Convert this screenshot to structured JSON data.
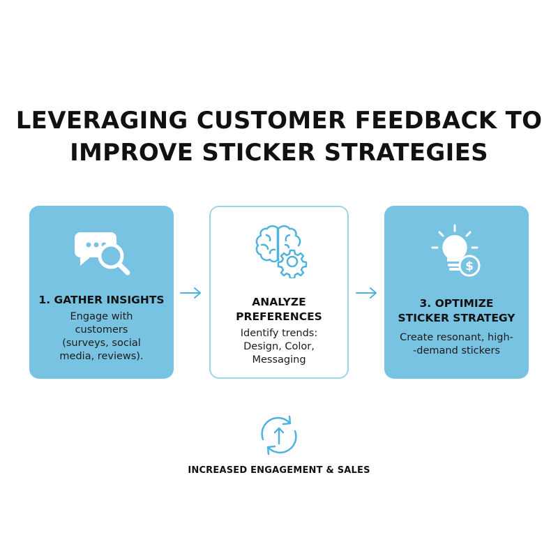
{
  "title": {
    "line1": "LEVERAGING CUSTOMER FEEDBACK TO",
    "line2": "IMPROVE STICKER STRATEGIES"
  },
  "steps": [
    {
      "icon": "chat-magnifier-icon",
      "heading": "1. GATHER INSIGHTS",
      "text": "Engage with\ncustomers\n(surveys, social\nmedia, reviews)."
    },
    {
      "icon": "brain-gear-icon",
      "heading": "ANALYZE\nPREFERENCES",
      "text": "Identify trends:\nDesign, Color,\nMessaging"
    },
    {
      "icon": "lightbulb-dollar-icon",
      "heading": "3.  OPTIMIZE\nSTICKER STRATEGY",
      "text": "Create resonant, high-\n-demand stickers"
    }
  ],
  "footer": {
    "icon": "cycle-arrows-icon",
    "label": "INCREASED ENGAGEMENT & SALES"
  },
  "colors": {
    "card_fill": "#79c3e2",
    "card_border": "#9fd3ea",
    "accent": "#4eb3dc",
    "text": "#111111"
  }
}
